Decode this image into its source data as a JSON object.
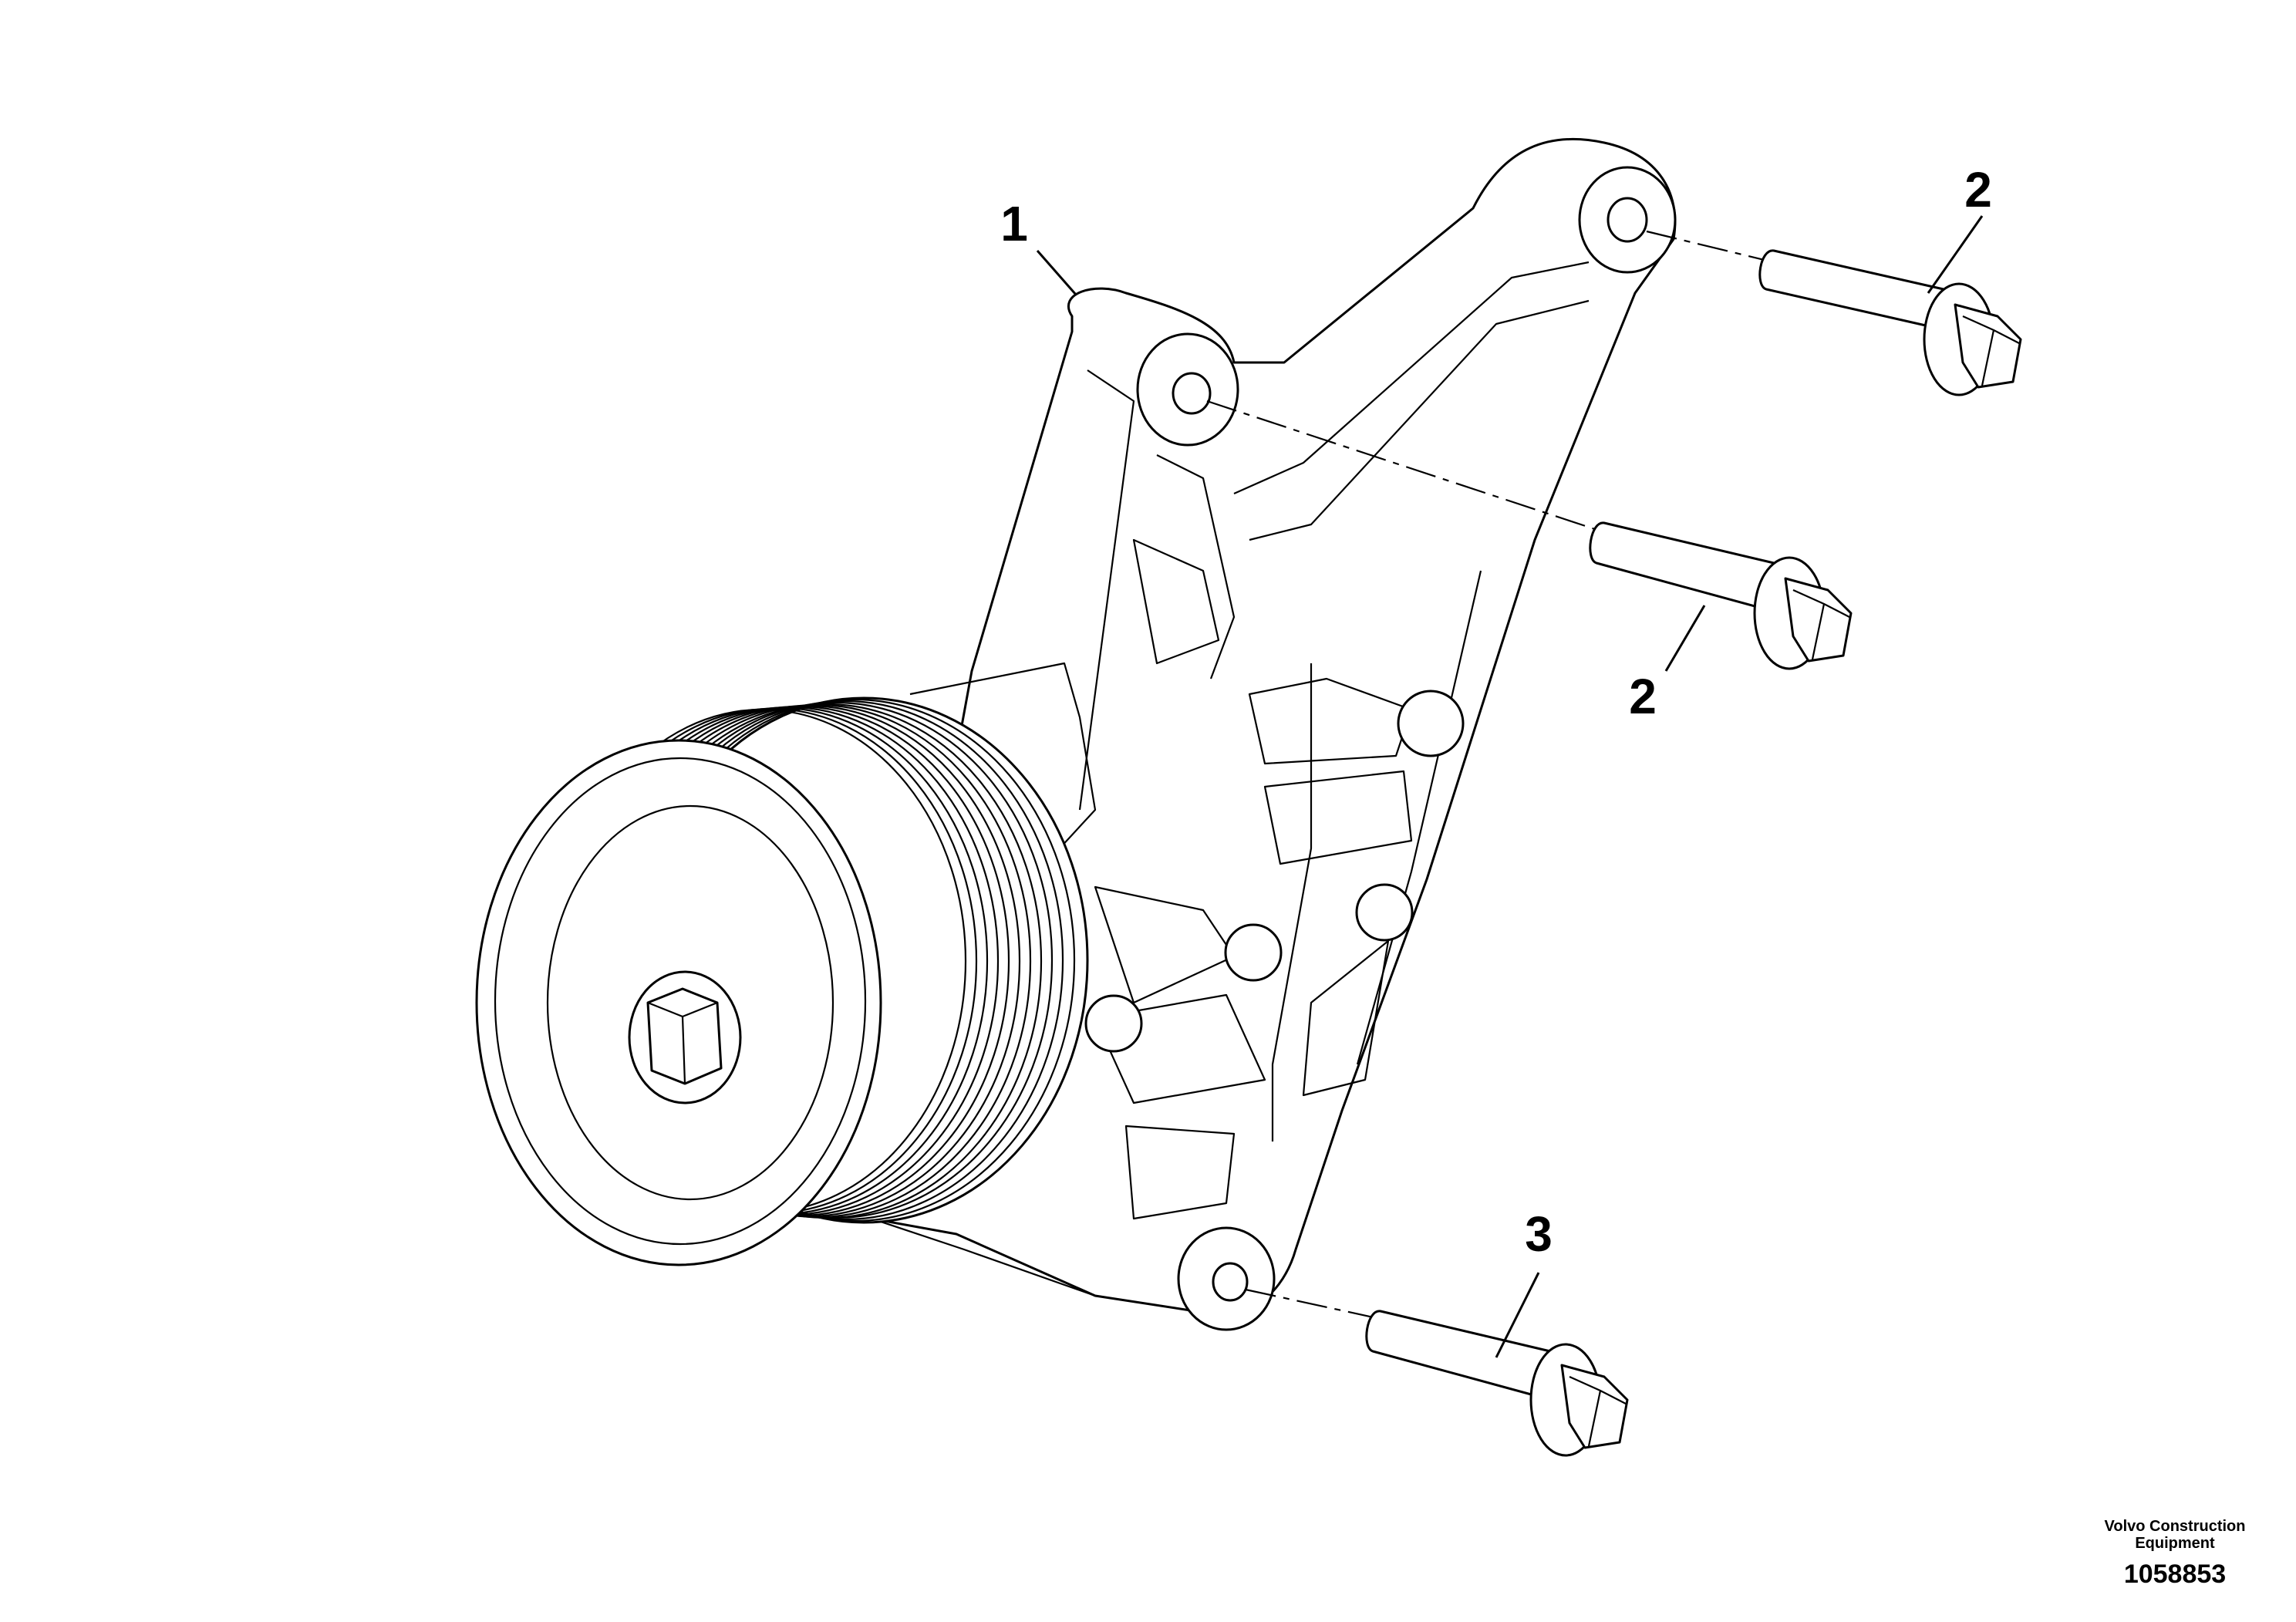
{
  "callouts": [
    {
      "id": "callout-1",
      "label": "1"
    },
    {
      "id": "callout-2-top",
      "label": "2"
    },
    {
      "id": "callout-2-mid",
      "label": "2"
    },
    {
      "id": "callout-3",
      "label": "3"
    }
  ],
  "footer": {
    "manufacturer_line1": "Volvo Construction",
    "manufacturer_line2": "Equipment",
    "drawing_number": "1058853"
  }
}
